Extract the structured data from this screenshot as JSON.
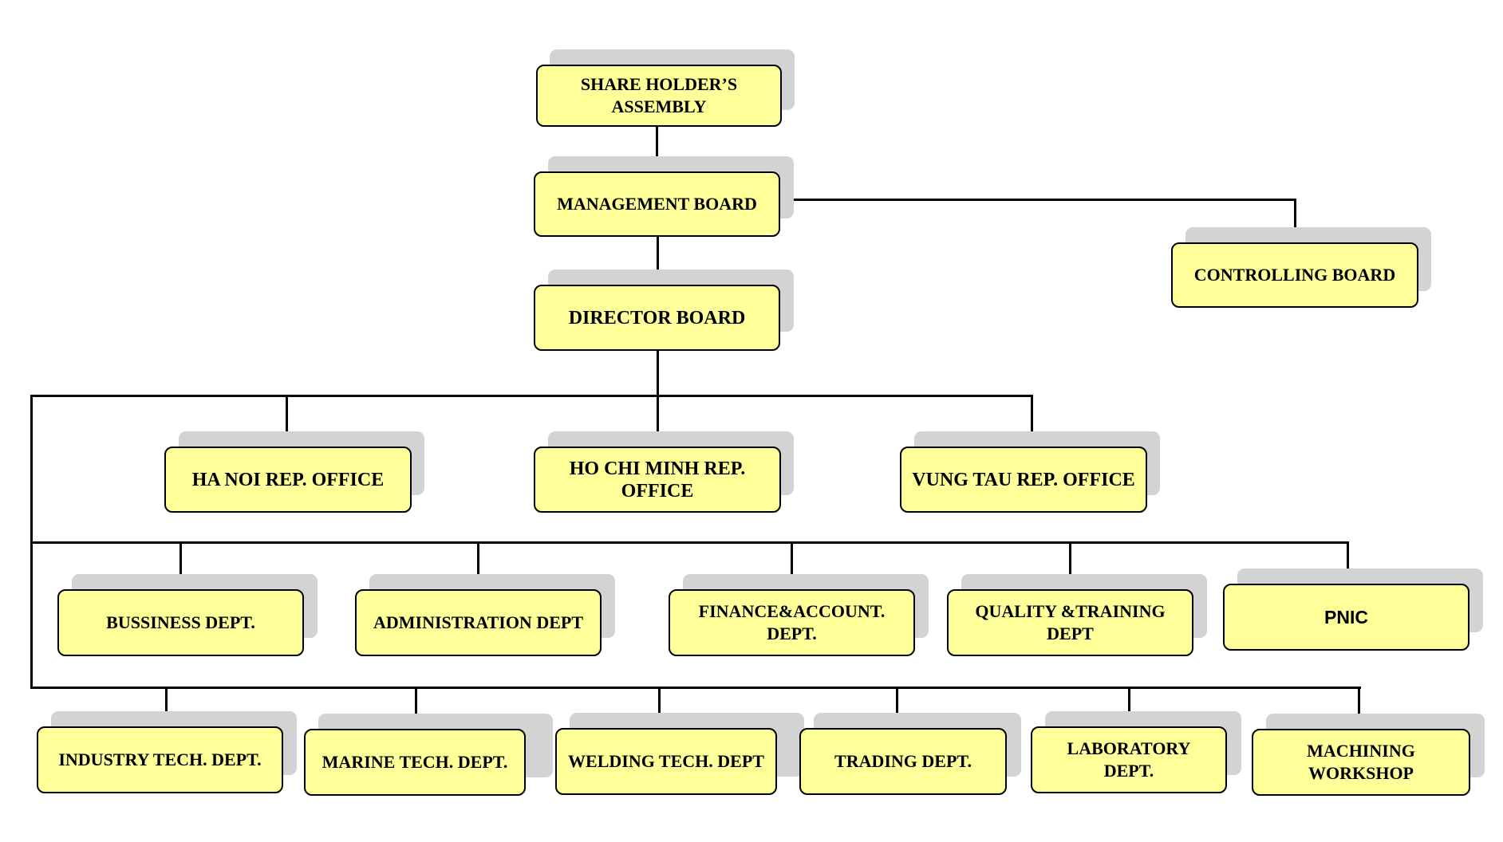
{
  "colors": {
    "box_fill": "#ffff99",
    "box_border": "#000000",
    "shadow": "#d3d3d3",
    "connector": "#000000"
  },
  "org": {
    "share_holders_assembly": "SHARE HOLDER’S\nASSEMBLY",
    "management_board": "MANAGEMENT BOARD",
    "controlling_board": "CONTROLLING BOARD",
    "director_board": "DIRECTOR BOARD",
    "rep_offices": [
      "HA NOI REP. OFFICE",
      "HO CHI MINH REP.\nOFFICE",
      "VUNG TAU REP. OFFICE"
    ],
    "departments": [
      "BUSSINESS DEPT.",
      "ADMINISTRATION DEPT",
      "FINANCE&ACCOUNT.\nDEPT.",
      "QUALITY &TRAINING\nDEPT",
      "PNIC"
    ],
    "technical_units": [
      "INDUSTRY  TECH. DEPT.",
      "MARINE TECH. DEPT.",
      "WELDING TECH. DEPT",
      "TRADING DEPT.",
      "LABORATORY\nDEPT.",
      "MACHINING\nWORKSHOP"
    ]
  }
}
